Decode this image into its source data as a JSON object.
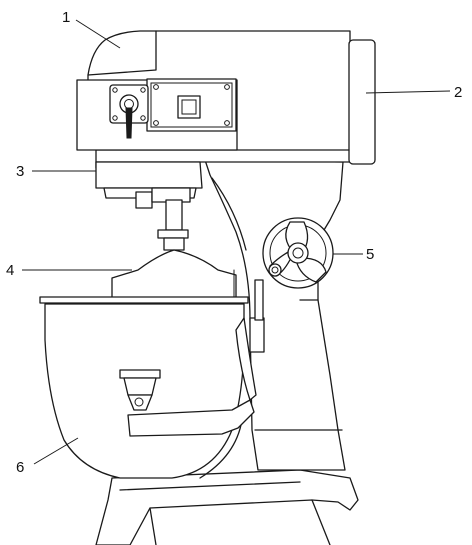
{
  "callouts": [
    {
      "id": "1",
      "label": "1"
    },
    {
      "id": "2",
      "label": "2"
    },
    {
      "id": "3",
      "label": "3"
    },
    {
      "id": "4",
      "label": "4"
    },
    {
      "id": "5",
      "label": "5"
    },
    {
      "id": "6",
      "label": "6"
    }
  ],
  "colors": {
    "stroke": "#1a1a1a",
    "background": "#ffffff"
  }
}
